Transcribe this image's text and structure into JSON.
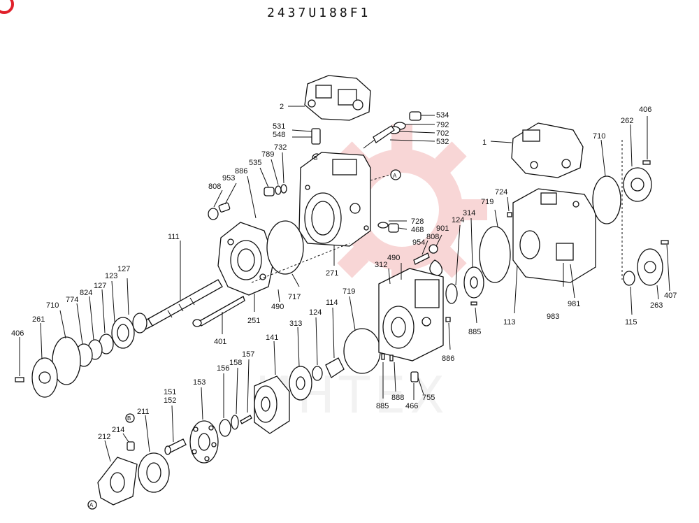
{
  "title": "2437U188F1",
  "watermark_text": "ИНТЕХ",
  "colors": {
    "watermark": "#f3b4b4",
    "ink": "#111111",
    "corner": "#e0202a"
  },
  "callout_letters": {
    "a": "A",
    "b": "B"
  },
  "labels": {
    "p1": "1",
    "p2": "2",
    "p111": "111",
    "p113": "113",
    "p114": "114",
    "p115": "115",
    "p123": "123",
    "p124a": "124",
    "p124b": "124",
    "p127a": "127",
    "p127b": "127",
    "p141": "141",
    "p151": "151",
    "p152": "152",
    "p153": "153",
    "p156": "156",
    "p157": "157",
    "p158": "158",
    "p211": "211",
    "p212": "212",
    "p214": "214",
    "p251": "251",
    "p261": "261",
    "p262": "262",
    "p263": "263",
    "p271": "271",
    "p312": "312",
    "p313": "313",
    "p314": "314",
    "p401": "401",
    "p406a": "406",
    "p406b": "406",
    "p407": "407",
    "p466": "466",
    "p468": "468",
    "p490a": "490",
    "p490b": "490",
    "p531": "531",
    "p532": "532",
    "p534": "534",
    "p535": "535",
    "p548": "548",
    "p702": "702",
    "p710a": "710",
    "p710b": "710",
    "p717": "717",
    "p719a": "719",
    "p719b": "719",
    "p724": "724",
    "p728": "728",
    "p732": "732",
    "p755": "755",
    "p774": "774",
    "p789": "789",
    "p792": "792",
    "p808a": "808",
    "p808b": "808",
    "p824": "824",
    "p885a": "885",
    "p885b": "885",
    "p886a": "886",
    "p886b": "886",
    "p888": "888",
    "p901": "901",
    "p953": "953",
    "p954": "954",
    "p981": "981",
    "p983": "983"
  }
}
